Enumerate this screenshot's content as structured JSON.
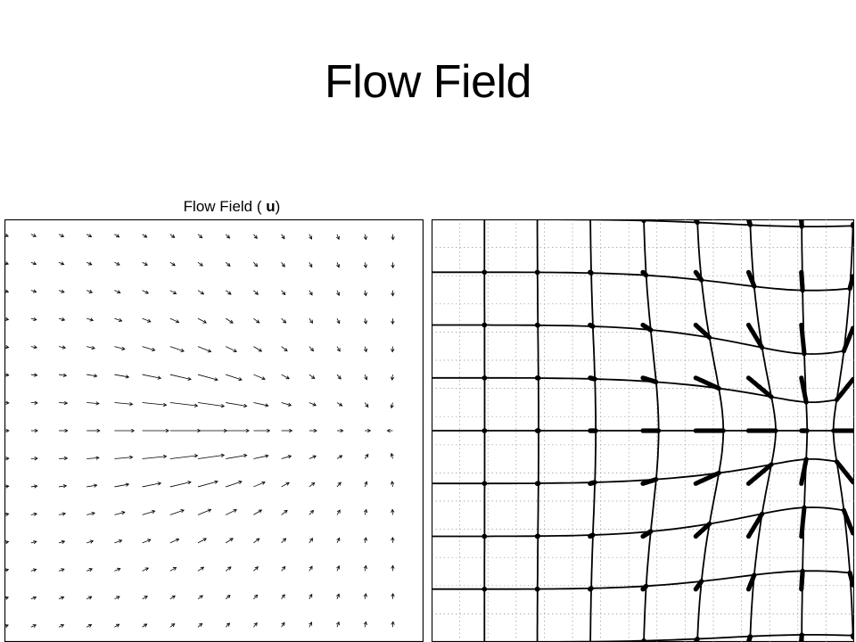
{
  "slide": {
    "title": "Flow Field"
  },
  "left_panel": {
    "title_prefix": "Flow Field (",
    "title_symbol": "u",
    "title_suffix": ")",
    "grid_size": 15,
    "source": [
      0.77,
      0.5
    ],
    "sink": [
      0.95,
      0.5
    ]
  },
  "right_panel": {
    "grid_size": 8,
    "dotted_grid_size": 15,
    "trace_steps": 16
  },
  "colors": {
    "ink": "#000000",
    "frame": "#000000",
    "grid": "#999999",
    "background": "#ffffff"
  }
}
